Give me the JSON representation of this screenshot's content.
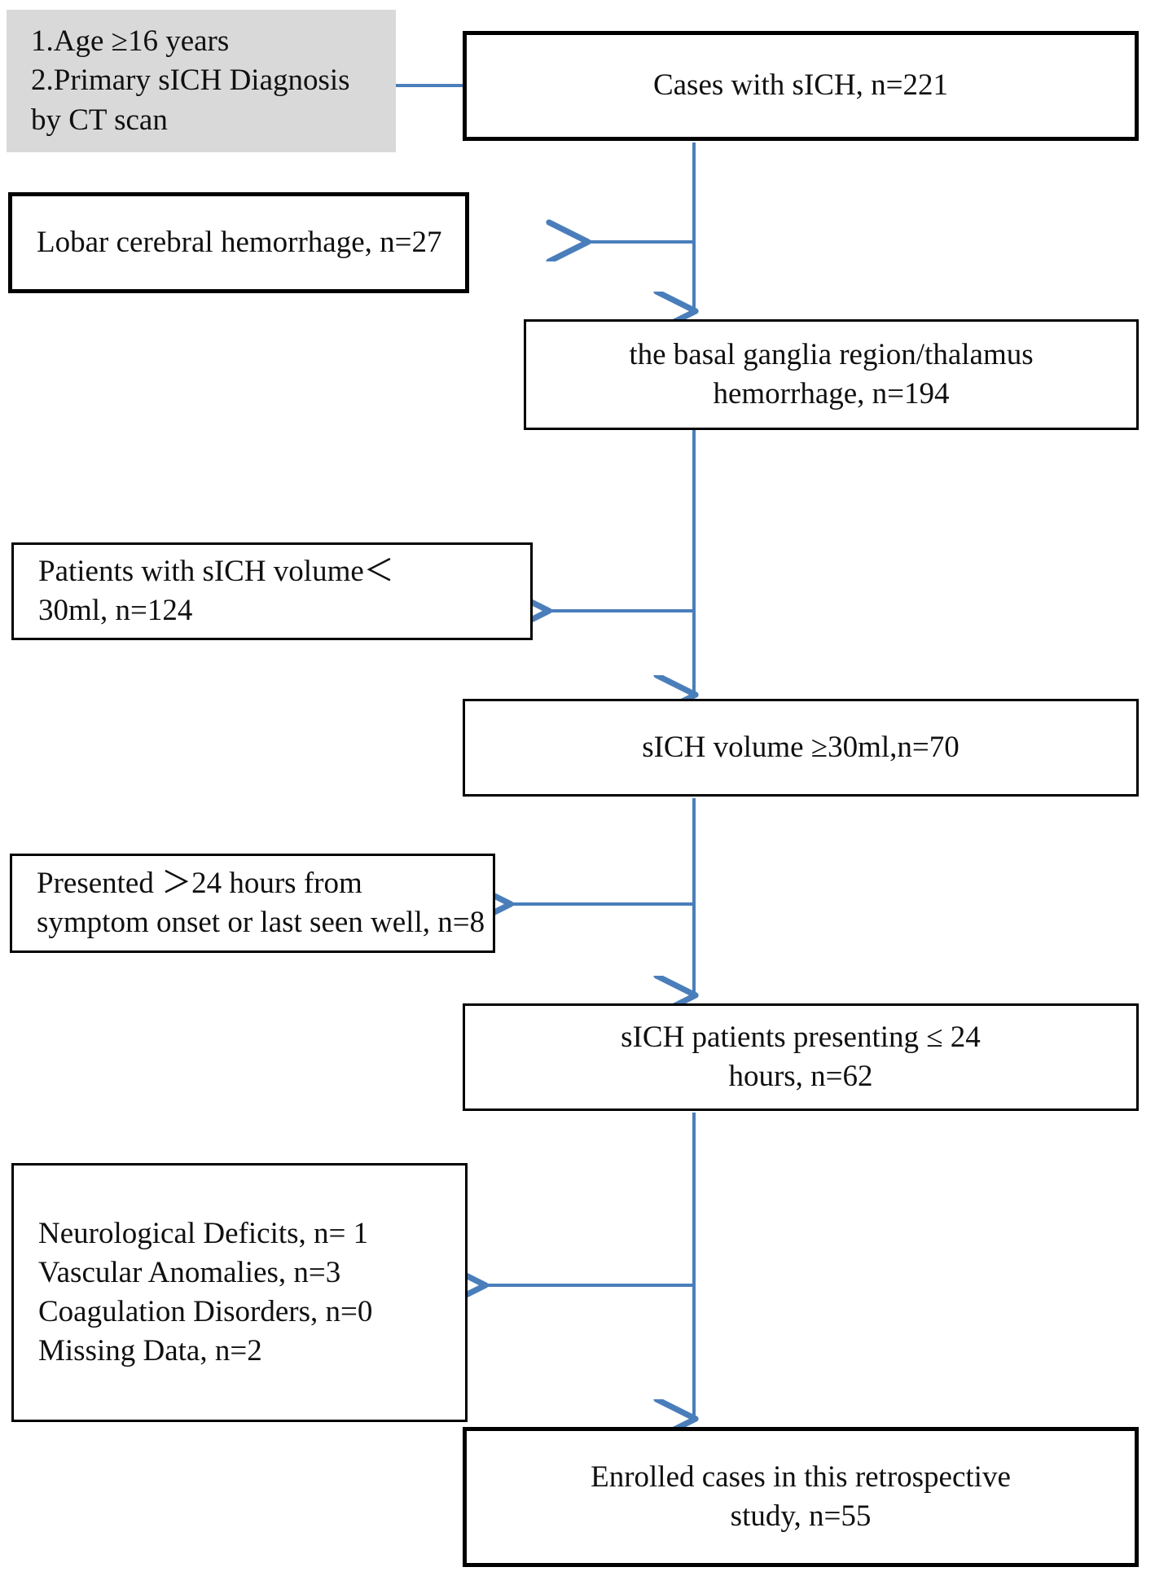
{
  "figure": {
    "type": "flowchart",
    "orientation": "top-to-bottom",
    "accent_color": "#4a7ebb",
    "node_border_color": "#000000",
    "callout_fill": "#d9d9d9",
    "background": "#ffffff"
  },
  "nodes": {
    "inclusion_criteria": {
      "id": "inclusion-criteria",
      "style": "grey-callout",
      "lines": [
        "1.Age ≥16 years",
        "2.Primary sICH Diagnosis",
        "by CT scan"
      ]
    },
    "cases_sich": {
      "id": "cases-with-sich",
      "style": "heavy-box",
      "lines": [
        "Cases with sICH, n=221"
      ],
      "count": 221
    },
    "lobar_excluded": {
      "id": "lobar-cerebral-hemorrhage",
      "style": "heavy-box",
      "lines": [
        "Lobar cerebral hemorrhage, n=27"
      ],
      "count": 27
    },
    "basal_ganglia": {
      "id": "basal-ganglia-thalamus-hemorrhage",
      "style": "thin-box",
      "lines": [
        "the basal ganglia region/thalamus",
        "hemorrhage, n=194"
      ],
      "count": 194
    },
    "volume_lt30_excluded": {
      "id": "volume-under-30ml",
      "style": "thin-box",
      "lines": [
        "Patients with sICH volume＜",
        "30ml, n=124"
      ],
      "count": 124
    },
    "volume_ge30": {
      "id": "volume-30ml-or-more",
      "style": "thin-box",
      "lines": [
        "sICH volume ≥30ml,n=70"
      ],
      "count": 70
    },
    "late_presentation_excluded": {
      "id": "presented-over-24-hours",
      "style": "thin-box",
      "lines": [
        "Presented ＞24 hours from",
        "symptom onset or last seen well, n=8"
      ],
      "count": 8
    },
    "within_24h": {
      "id": "presenting-within-24-hours",
      "style": "thin-box",
      "lines": [
        "sICH patients presenting ≤ 24",
        "hours, n=62"
      ],
      "count": 62
    },
    "other_exclusions": {
      "id": "other-exclusion-reasons",
      "style": "thin-box",
      "lines": [
        "Neurological Deficits, n= 1",
        "Vascular Anomalies, n=3",
        "Coagulation Disorders, n=0",
        "Missing Data, n=2"
      ],
      "counts": {
        "neurological_deficits": 1,
        "vascular_anomalies": 3,
        "coagulation_disorders": 0,
        "missing_data": 2
      }
    },
    "enrolled": {
      "id": "enrolled-cases",
      "style": "heavy-box",
      "lines": [
        "Enrolled cases in this retrospective",
        "study, n=55"
      ],
      "count": 55
    }
  },
  "connectors": [
    {
      "id": "criteria-to-cases",
      "from": "inclusion_criteria",
      "to": "cases_sich",
      "kind": "plain-line",
      "direction": "horizontal"
    },
    {
      "id": "cases-to-lobar",
      "from": "cases_sich",
      "to": "lobar_excluded",
      "kind": "arrow",
      "direction": "left"
    },
    {
      "id": "cases-to-basal",
      "from": "cases_sich",
      "to": "basal_ganglia",
      "kind": "arrow",
      "direction": "down"
    },
    {
      "id": "basal-to-volume-lt30",
      "from": "basal_ganglia",
      "to": "volume_lt30_excluded",
      "kind": "arrow",
      "direction": "left"
    },
    {
      "id": "basal-to-volume-ge30",
      "from": "basal_ganglia",
      "to": "volume_ge30",
      "kind": "arrow",
      "direction": "down"
    },
    {
      "id": "ge30-to-late",
      "from": "volume_ge30",
      "to": "late_presentation_excluded",
      "kind": "arrow",
      "direction": "left"
    },
    {
      "id": "ge30-to-within24",
      "from": "volume_ge30",
      "to": "within_24h",
      "kind": "arrow",
      "direction": "down"
    },
    {
      "id": "within24-to-other-exclusions",
      "from": "within_24h",
      "to": "other_exclusions",
      "kind": "arrow",
      "direction": "left"
    },
    {
      "id": "within24-to-enrolled",
      "from": "within_24h",
      "to": "enrolled",
      "kind": "arrow",
      "direction": "down"
    }
  ]
}
